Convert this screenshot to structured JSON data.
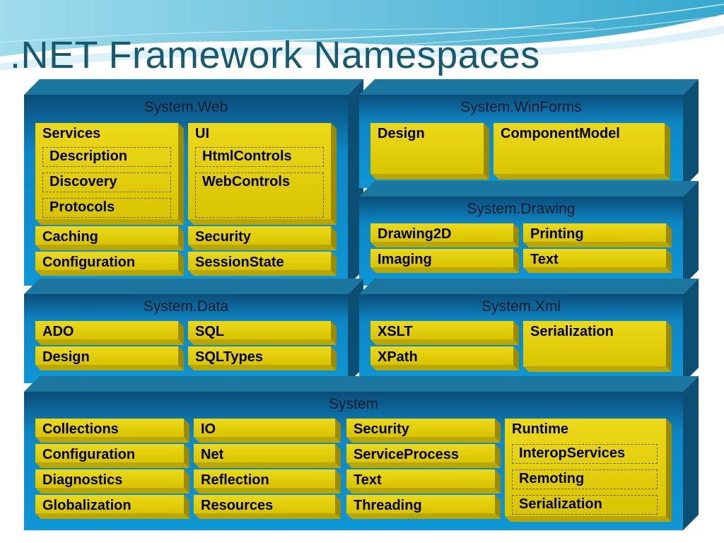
{
  "title": ".NET Framework Namespaces",
  "colors": {
    "title": "#17596f",
    "panel": "#0f97d6",
    "box": "#e1cd00"
  },
  "panels": {
    "web": {
      "label": "System.Web",
      "services": {
        "label": "Services",
        "subs": [
          "Description",
          "Discovery",
          "Protocols"
        ]
      },
      "ui": {
        "label": "UI",
        "subs": [
          "HtmlControls",
          "WebControls"
        ]
      },
      "items": [
        "Caching",
        "Security",
        "Configuration",
        "SessionState"
      ]
    },
    "winforms": {
      "label": "System.WinForms",
      "items": [
        "Design",
        "ComponentModel"
      ]
    },
    "drawing": {
      "label": "System.Drawing",
      "items": [
        "Drawing2D",
        "Printing",
        "Imaging",
        "Text"
      ]
    },
    "data": {
      "label": "System.Data",
      "items": [
        "ADO",
        "SQL",
        "Design",
        "SQLTypes"
      ]
    },
    "xml": {
      "label": "System.Xml",
      "items": [
        "XSLT",
        "Serialization",
        "XPath"
      ]
    },
    "system": {
      "label": "System",
      "col1": [
        "Collections",
        "Configuration",
        "Diagnostics",
        "Globalization"
      ],
      "col2": [
        "IO",
        "Net",
        "Reflection",
        "Resources"
      ],
      "col3": [
        "Security",
        "ServiceProcess",
        "Text",
        "Threading"
      ],
      "runtime": {
        "label": "Runtime",
        "subs": [
          "InteropServices",
          "Remoting",
          "Serialization"
        ]
      }
    }
  }
}
